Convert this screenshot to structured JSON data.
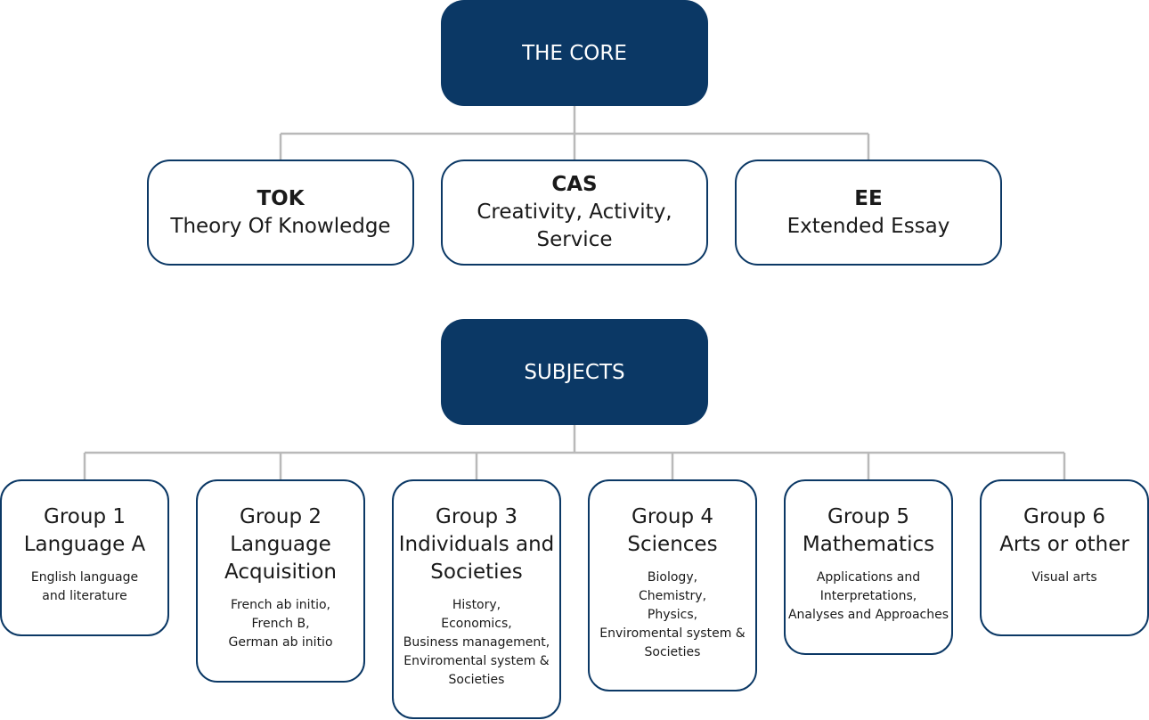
{
  "core": {
    "title": "THE CORE",
    "components": [
      {
        "abbr": "TOK",
        "full": "Theory Of Knowledge"
      },
      {
        "abbr": "CAS",
        "full": "Creativity, Activity, Service"
      },
      {
        "abbr": "EE",
        "full": "Extended Essay"
      }
    ]
  },
  "subjects": {
    "title": "SUBJECTS",
    "groups": [
      {
        "title_lines": [
          "Group 1",
          "Language A"
        ],
        "items": [
          "English language",
          "and literature"
        ]
      },
      {
        "title_lines": [
          "Group 2",
          "Language",
          "Acquisition"
        ],
        "items": [
          "French ab initio,",
          "French B,",
          "German ab initio"
        ]
      },
      {
        "title_lines": [
          "Group 3",
          "Individuals and",
          "Societies"
        ],
        "items": [
          "History,",
          "Economics,",
          "Business management,",
          "Enviromental system &",
          "Societies"
        ]
      },
      {
        "title_lines": [
          "Group 4",
          "Sciences"
        ],
        "items": [
          "Biology,",
          "Chemistry,",
          "Physics,",
          "Enviromental system &",
          "Societies"
        ]
      },
      {
        "title_lines": [
          "Group 5",
          "Mathematics"
        ],
        "items": [
          "Applications and",
          "Interpretations,",
          "Analyses and Approaches"
        ]
      },
      {
        "title_lines": [
          "Group 6",
          "Arts or other"
        ],
        "items": [
          "Visual arts"
        ]
      }
    ]
  },
  "colors": {
    "dark_node": "#0b3865",
    "border": "#0b3865",
    "connector": "#b9b9b9"
  }
}
